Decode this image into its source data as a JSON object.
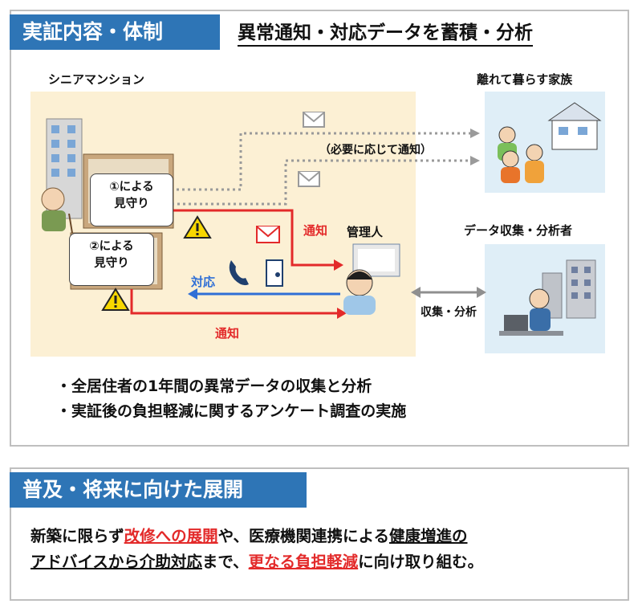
{
  "top_section": {
    "tag": "実証内容・体制",
    "headline": "異常通知・対応データを蓄積・分析",
    "senior_mansion": "シニアマンション",
    "family": "離れて暮らす家族",
    "data_analyst": "データ収集・分析者",
    "manager": "管理人",
    "bubble1": [
      "①による",
      "見守り"
    ],
    "bubble2": [
      "②による",
      "見守り"
    ],
    "notify_when_needed": "（必要に応じて通知）",
    "notify_1": "通知",
    "notify_2": "通知",
    "response": "対応",
    "collect_analyze": "収集・分析",
    "bullets": [
      "・全居住者の1年間の異常データの収集と分析",
      "・実証後の負担軽減に関するアンケート調査の実施"
    ]
  },
  "bottom_section": {
    "tag": "普及・将来に向けた展開",
    "text": {
      "p1": "新築に限らず",
      "p2": "改修への展開",
      "p3": "や、医療機関連携による",
      "p4": "健康増進の",
      "p5": "アドバイスから介助対応",
      "p6": "まで、",
      "p7": "更なる負担軽減",
      "p8": "に向け取り組む。"
    }
  },
  "colors": {
    "accent_blue": "#2e75b6",
    "alert_red": "#e32a2a",
    "response_blue": "#2f6fd6",
    "beige_area": "#fcf0d4",
    "light_blue_area": "#dfeef7"
  }
}
